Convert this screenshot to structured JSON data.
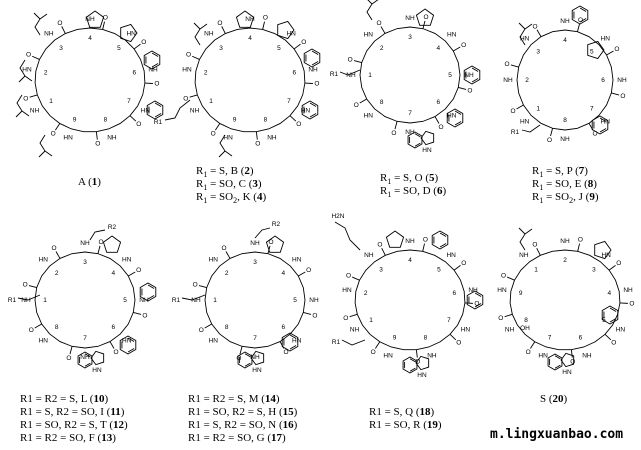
{
  "compounds": [
    {
      "id": "c1",
      "label_prefix": "A (",
      "number": "1",
      "label_suffix": ")"
    },
    {
      "id": "c2-4",
      "lines": [
        {
          "r": "R",
          "sub": "1",
          "text": " = S, B (",
          "num": "2",
          "end": ")"
        },
        {
          "r": "R",
          "sub": "1",
          "text": " = SO, C (",
          "num": "3",
          "end": ")"
        },
        {
          "r": "R",
          "sub": "1",
          "text": " = SO",
          "sub2": "2",
          "text2": ", K (",
          "num": "4",
          "end": ")"
        }
      ]
    },
    {
      "id": "c5-6",
      "lines": [
        {
          "r": "R",
          "sub": "1",
          "text": " = S, O (",
          "num": "5",
          "end": ")"
        },
        {
          "r": "R",
          "sub": "1",
          "text": " = SO, D (",
          "num": "6",
          "end": ")"
        }
      ]
    },
    {
      "id": "c7-9",
      "lines": [
        {
          "r": "R",
          "sub": "1",
          "text": " = S, P (",
          "num": "7",
          "end": ")"
        },
        {
          "r": "R",
          "sub": "1",
          "text": " = SO, E (",
          "num": "8",
          "end": ")"
        },
        {
          "r": "R",
          "sub": "1",
          "text": " = SO",
          "sub2": "2",
          "text2": ", J (",
          "num": "9",
          "end": ")"
        }
      ]
    },
    {
      "id": "c10-13",
      "lines": [
        {
          "text": "R1 = R2 = S, L (",
          "num": "10",
          "end": ")"
        },
        {
          "text": "R1 = S, R2 = SO, I (",
          "num": "11",
          "end": ")"
        },
        {
          "text": "R1 = SO, R2 = S, T (",
          "num": "12",
          "end": ")"
        },
        {
          "text": "R1 = R2 = SO, F (",
          "num": "13",
          "end": ")"
        }
      ]
    },
    {
      "id": "c14-17",
      "lines": [
        {
          "text": "R1 = R2 = S, M (",
          "num": "14",
          "end": ")"
        },
        {
          "text": "R1 = SO, R2 = S, H (",
          "num": "15",
          "end": ")"
        },
        {
          "text": "R1 = S, R2 = SO, N (",
          "num": "16",
          "end": ")"
        },
        {
          "text": "R1 = R2 = SO, G (",
          "num": "17",
          "end": ")"
        }
      ]
    },
    {
      "id": "c18-19",
      "lines": [
        {
          "text": "R1 = S, Q (",
          "num": "18",
          "end": ")"
        },
        {
          "text": "R1 = SO, R (",
          "num": "19",
          "end": ")"
        }
      ]
    },
    {
      "id": "c20",
      "label_prefix": "S (",
      "number": "20",
      "label_suffix": ")"
    }
  ],
  "ring_labels": {
    "nh": "NH",
    "hn": "HN",
    "n": "N",
    "o": "O",
    "h2n": "H2N",
    "oh": "OH",
    "r1": "R1",
    "r2": "R2"
  },
  "watermark": "m.lingxuanbao.com"
}
